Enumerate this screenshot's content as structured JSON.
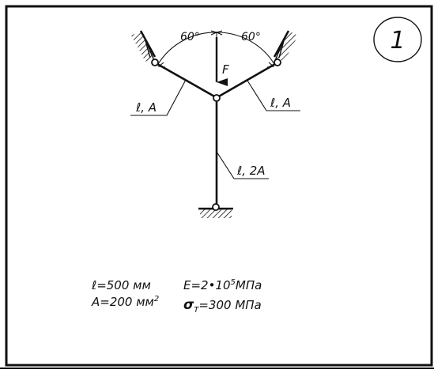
{
  "sheet": {
    "number": "1"
  },
  "angles": {
    "left": "60°",
    "right": "60°"
  },
  "force": {
    "label": "F"
  },
  "rods": {
    "left": "ℓ, A",
    "right": "ℓ, A",
    "vertical": "ℓ, 2A"
  },
  "params": {
    "length": "ℓ=500 мм",
    "area_prefix": "A=200 мм",
    "area_sup": "2",
    "modulus_prefix": "E=2•10",
    "modulus_sup": "5",
    "modulus_unit": "МПа",
    "yield_symbol": "σ",
    "yield_sub": "T",
    "yield_value": "=300 МПа"
  }
}
